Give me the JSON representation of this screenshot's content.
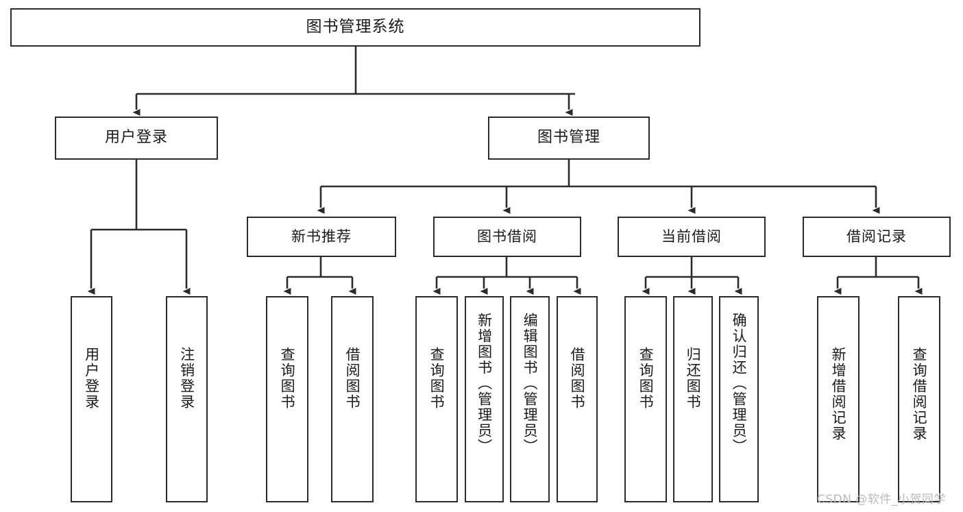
{
  "diagram": {
    "title": "图书管理系统",
    "root": {
      "label": "图书管理系统"
    },
    "level2": [
      {
        "label": "用户登录"
      },
      {
        "label": "图书管理"
      }
    ],
    "level3": [
      {
        "label": "新书推荐"
      },
      {
        "label": "图书借阅"
      },
      {
        "label": "当前借阅"
      },
      {
        "label": "借阅记录"
      }
    ],
    "leaves": {
      "user_login": [
        {
          "label": "用户登录"
        },
        {
          "label": "注销登录"
        }
      ],
      "new_book_recommend": [
        {
          "label": "查询图书"
        },
        {
          "label": "借阅图书"
        }
      ],
      "book_borrow": [
        {
          "label": "查询图书"
        },
        {
          "label": "新增图书（管理员）"
        },
        {
          "label": "编辑图书（管理员）"
        },
        {
          "label": "借阅图书"
        }
      ],
      "current_borrow": [
        {
          "label": "查询图书"
        },
        {
          "label": "归还图书"
        },
        {
          "label": "确认归还（管理员）"
        }
      ],
      "borrow_record": [
        {
          "label": "新增借阅记录"
        },
        {
          "label": "查询借阅记录"
        }
      ]
    }
  },
  "watermark": {
    "text": "CSDN @软件_小贺同学"
  },
  "colors": {
    "stroke": "#2b2b2b",
    "box_fill": "#ffffff",
    "text": "#1a1a1a",
    "watermark": "#b9b9b9",
    "background": "#ffffff"
  }
}
